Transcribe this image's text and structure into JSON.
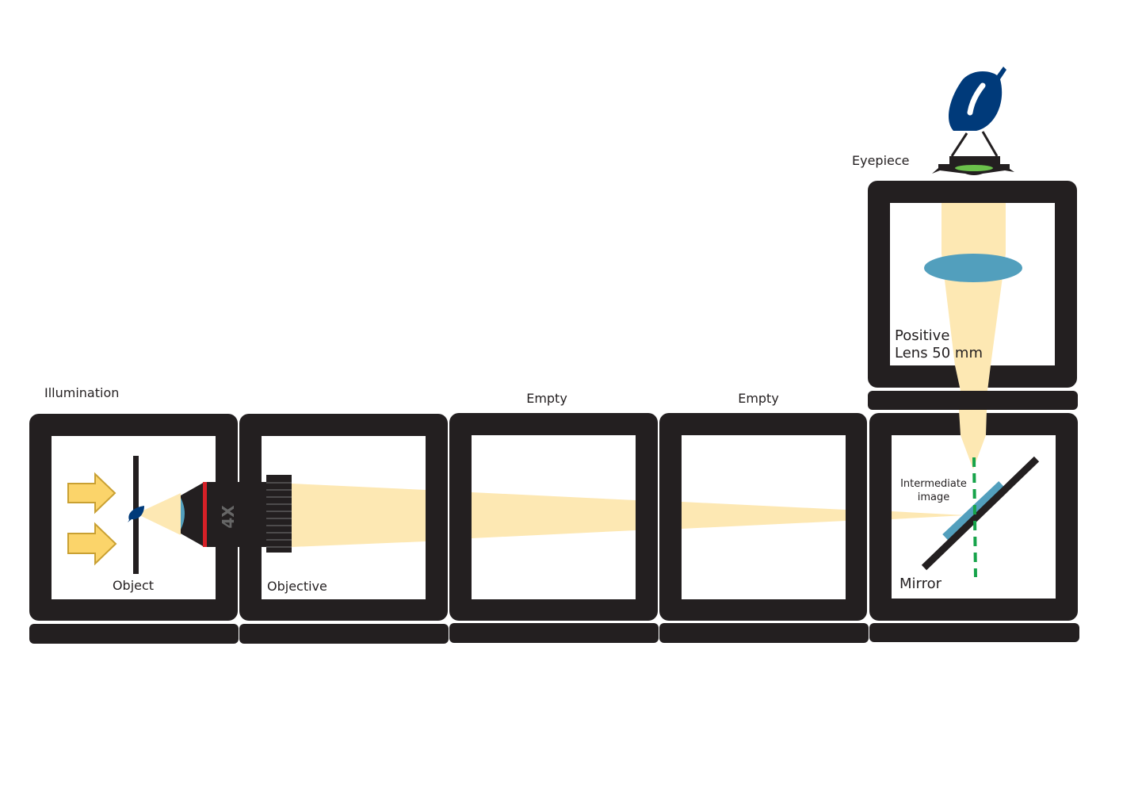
{
  "colors": {
    "frame": "#231f20",
    "beam": "#fde8b3",
    "lens": "#529fbd",
    "arrow": "#fbd46a",
    "arrow_stroke": "#c9a032",
    "leaf": "#003a7a",
    "red_ring": "#d62027",
    "green_dash": "#16a34a"
  },
  "labels": {
    "illumination": "Illumination",
    "object": "Object",
    "objective": "Objective",
    "objective_mag": "4X",
    "empty1": "Empty",
    "empty2": "Empty",
    "eyepiece": "Eyepiece",
    "positive_lens_line1": "Positive",
    "positive_lens_line2": "Lens 50 mm",
    "intermediate_line1": "Intermediate",
    "intermediate_line2": "image",
    "mirror": "Mirror"
  }
}
